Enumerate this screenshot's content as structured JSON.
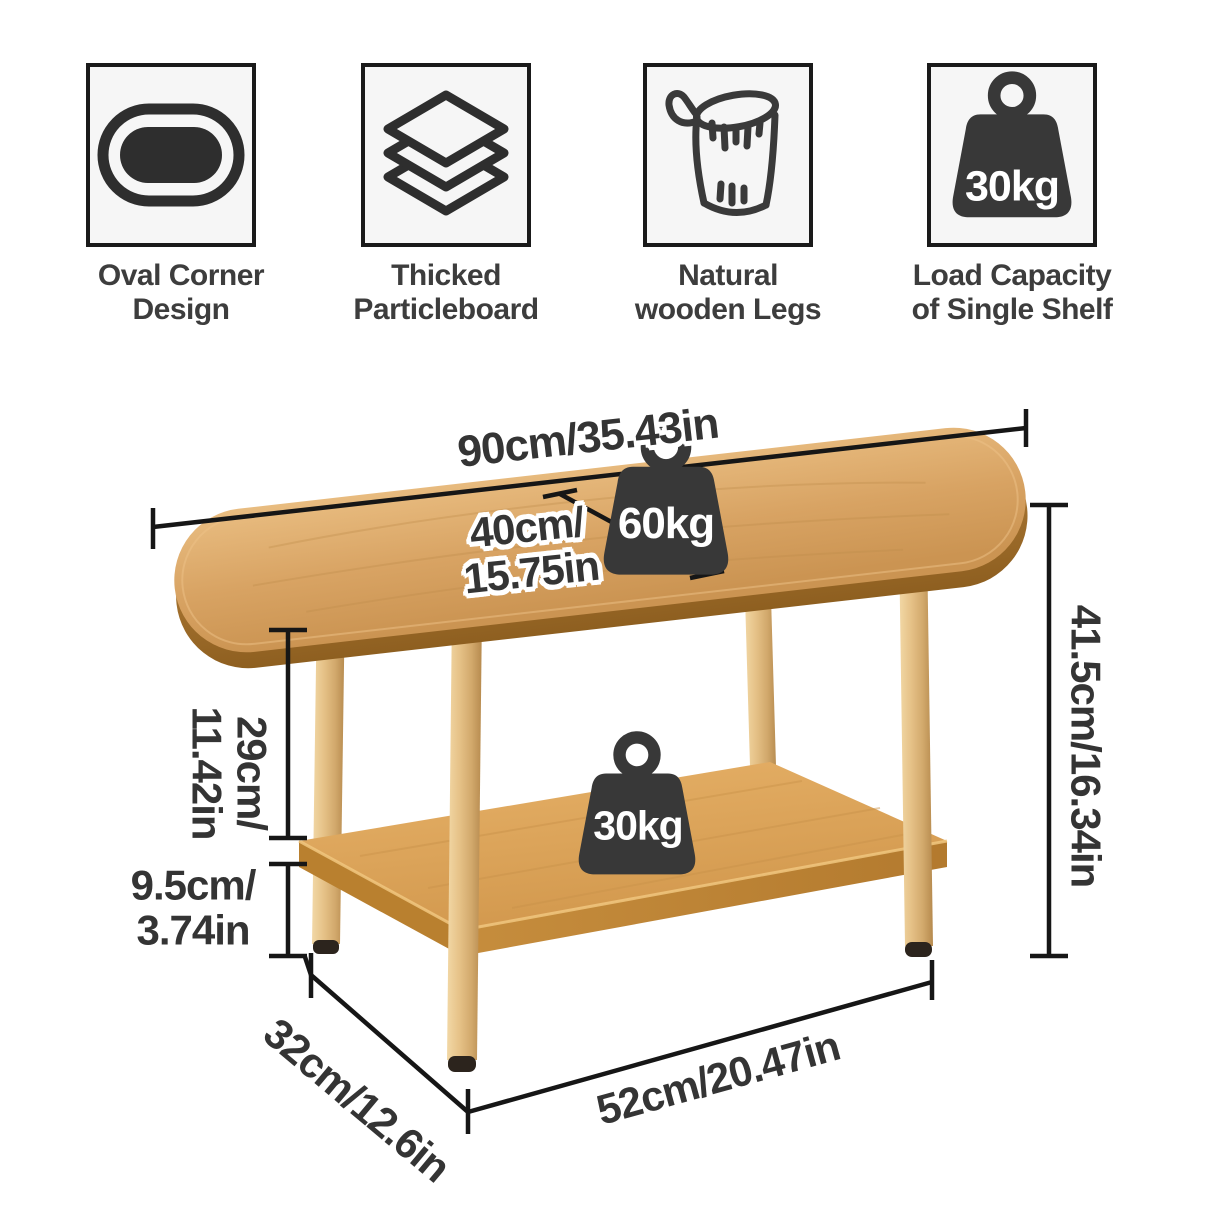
{
  "features": [
    {
      "icon": "oval-corner-icon",
      "line1": "Oval Corner",
      "line2": "Design"
    },
    {
      "icon": "layers-icon",
      "line1": "Thicked",
      "line2": "Particleboard"
    },
    {
      "icon": "log-icon",
      "line1": "Natural",
      "line2": "wooden Legs"
    },
    {
      "icon": "weight-icon",
      "badge": "30kg",
      "line1": "Load Capacity",
      "line2": "of Single Shelf"
    }
  ],
  "diagram": {
    "product": "two-tier oval coffee table",
    "dimensions": {
      "top_length": "90cm/35.43in",
      "top_width_line1": "40cm/",
      "top_width_line2": "15.75in",
      "total_height": "41.5cm/16.34in",
      "shelf_to_top_line1": "29cm/",
      "shelf_to_top_line2": "11.42in",
      "ground_clearance_line1": "9.5cm/",
      "ground_clearance_line2": "3.74in",
      "shelf_depth": "32cm/12.6in",
      "shelf_length": "52cm/20.47in"
    },
    "loads": {
      "top": "60kg",
      "shelf": "30kg"
    }
  },
  "colors": {
    "wood_top": "#d8a362",
    "wood_rim": "#9c6b26",
    "wood_leg": "#e6c288",
    "weight": "#383838",
    "dim_line": "#161616",
    "text": "#3d3d3d"
  }
}
